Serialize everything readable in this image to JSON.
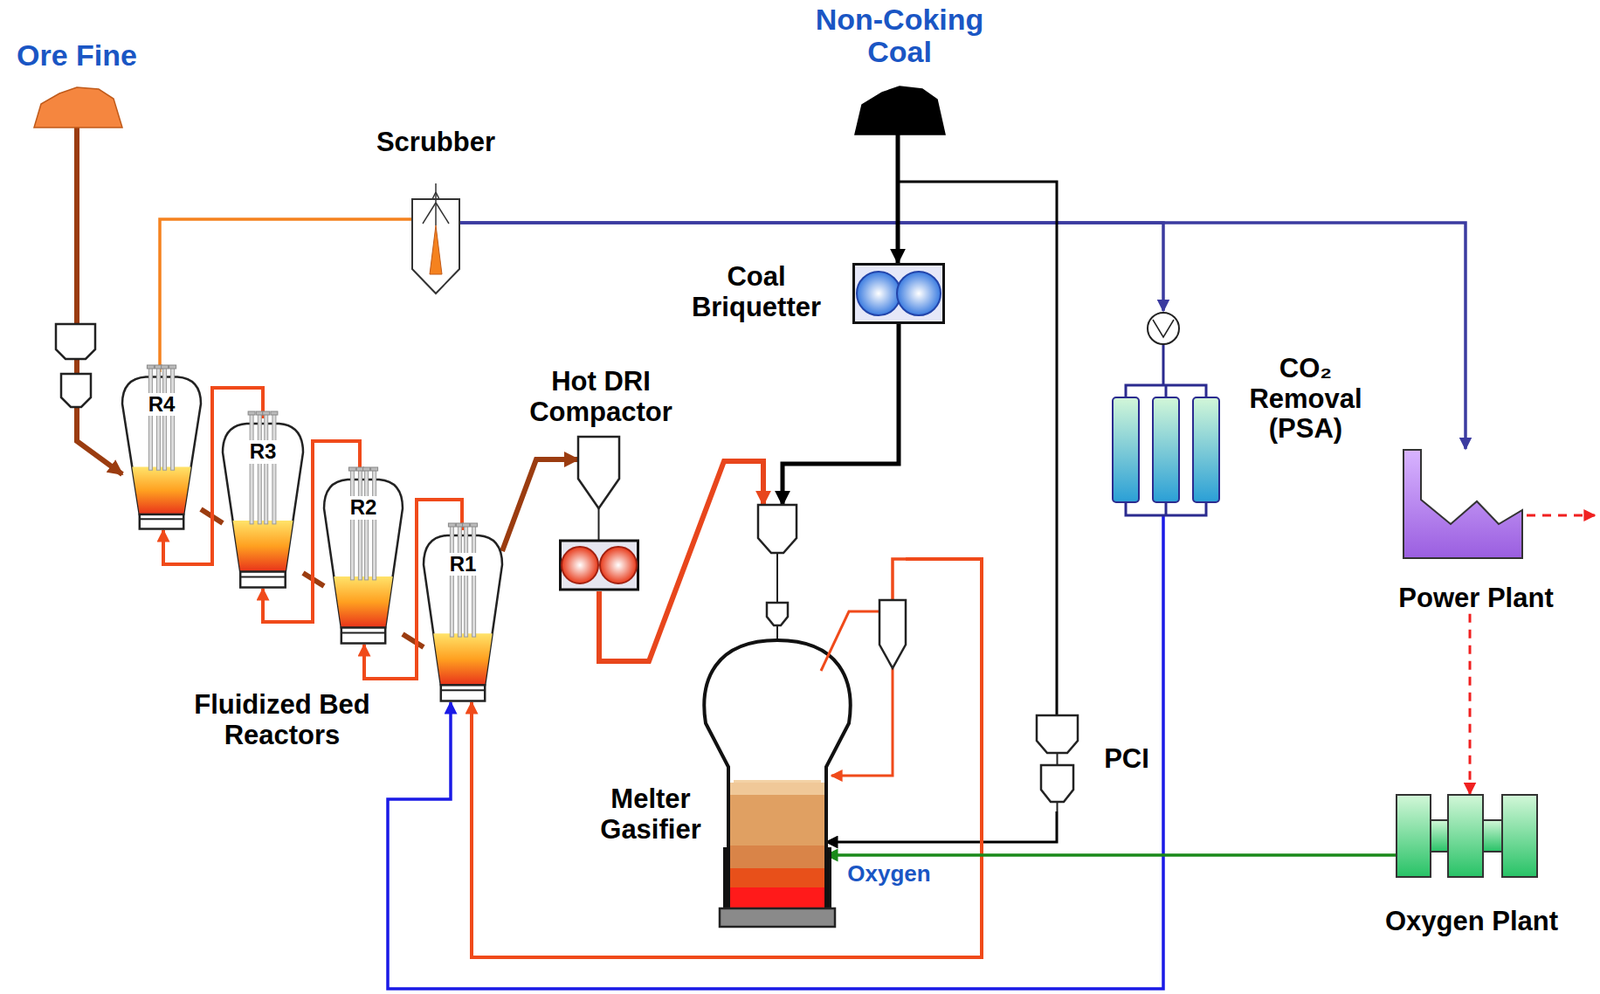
{
  "diagram": {
    "nodes": [
      {
        "text": [
          "Ore Fine"
        ]
      },
      {
        "text": [
          "Scrubber"
        ]
      },
      {
        "text": [
          "R4"
        ]
      },
      {
        "text": [
          "R3"
        ]
      },
      {
        "text": [
          "R2"
        ]
      },
      {
        "text": [
          "R1"
        ]
      },
      {
        "text": [
          "Non-Coking Coal"
        ]
      },
      {
        "text": [
          "Coal Briquetter"
        ]
      },
      {
        "text": [
          "Hot DRI Compactor"
        ]
      },
      {
        "text": [
          "Melter Gasifier"
        ]
      },
      {
        "text": [
          "PCI"
        ]
      },
      {
        "text": [
          "CO₂ Removal (PSA)"
        ]
      },
      {
        "text": [
          "Power Plant"
        ]
      },
      {
        "text": [
          "Oxygen Plant"
        ]
      }
    ],
    "edges": [
      {
        "from": 0,
        "to": 2,
        "arrow": "to"
      },
      {
        "from": 2,
        "to": 3,
        "arrow": "none"
      },
      {
        "from": 3,
        "to": 4,
        "arrow": "none"
      },
      {
        "from": 4,
        "to": 5,
        "arrow": "none"
      },
      {
        "from": 5,
        "to": 4,
        "arrow": "to"
      },
      {
        "from": 4,
        "to": 3,
        "arrow": "to"
      },
      {
        "from": 3,
        "to": 2,
        "arrow": "to"
      },
      {
        "from": 2,
        "to": 1,
        "arrow": "none"
      },
      {
        "from": 1,
        "to": 11,
        "arrow": "to"
      },
      {
        "from": 1,
        "to": 12,
        "arrow": "to"
      },
      {
        "from": 5,
        "to": 8,
        "arrow": "to"
      },
      {
        "from": 8,
        "to": 9,
        "arrow": "to"
      },
      {
        "from": 6,
        "to": 7,
        "arrow": "to"
      },
      {
        "from": 7,
        "to": 9,
        "arrow": "to"
      },
      {
        "from": 6,
        "to": 10,
        "arrow": "none"
      },
      {
        "from": 10,
        "to": 9,
        "arrow": "to"
      },
      {
        "from": 9,
        "to": 5,
        "arrow": "to"
      },
      {
        "from": 11,
        "to": 5,
        "arrow": "to"
      },
      {
        "from": 12,
        "to": 13,
        "arrow": "to"
      },
      {
        "from": 13,
        "to": 9,
        "arrow": "to",
        "label": "Oxygen"
      }
    ],
    "labels": [
      "Fluidized Bed Reactors"
    ]
  }
}
